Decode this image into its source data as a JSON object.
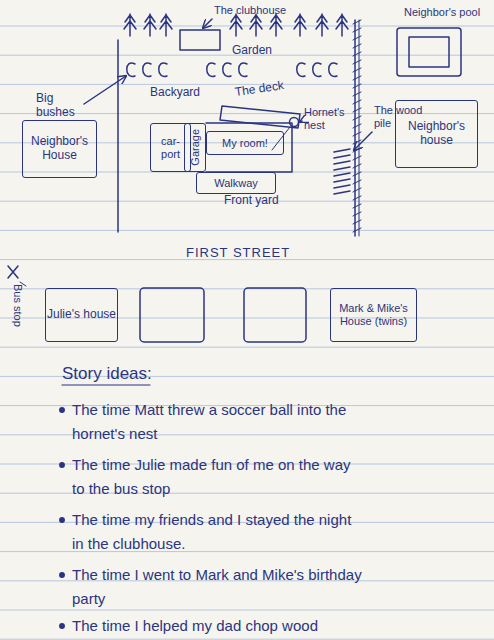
{
  "diagram": {
    "nodes": [
      {
        "text": [
          "Neighbor's House"
        ]
      },
      {
        "text": [
          "car- port"
        ]
      },
      {
        "text": [
          "Garage"
        ]
      },
      {
        "text": [
          "My room!"
        ]
      },
      {
        "text": [
          "Neighbor's house"
        ]
      },
      {
        "text": [
          "Walkway"
        ]
      },
      {
        "text": [
          "Julie's house"
        ]
      },
      {
        "text": [
          "Mark & Mike's House (twins)"
        ]
      }
    ],
    "labels": [
      "The clubhouse",
      "Neighbor's pool",
      "Garden",
      "Big bushes",
      "Backyard",
      "The deck",
      "Hornet's nest",
      "The wood pile",
      "Front yard",
      "FIRST STREET",
      "Bus stop",
      "Story ideas:",
      "The time Matt threw a soccer ball into the hornet's nest",
      "The time Julie made fun of me on the way to the bus stop",
      "The time my friends and I stayed the night in the clubhouse.",
      "The time I went to Mark and Mike's birthday party",
      "The time I helped my dad chop wood"
    ]
  }
}
